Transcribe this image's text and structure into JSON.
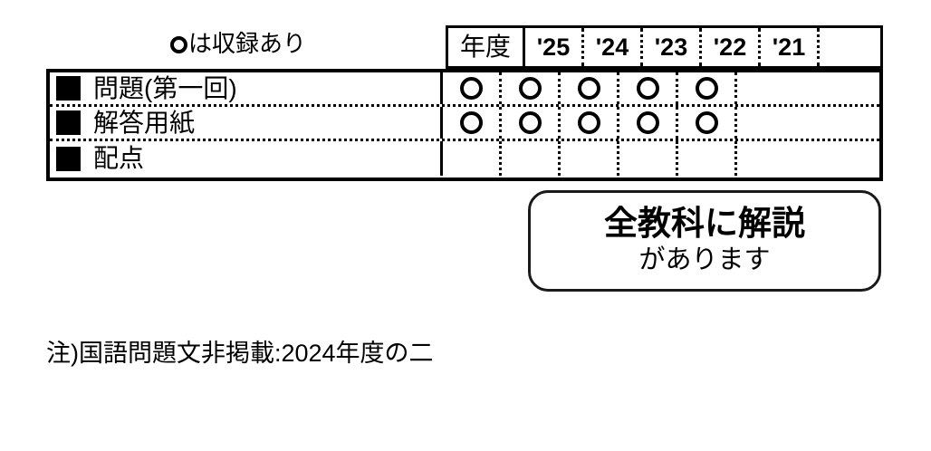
{
  "legend": {
    "icon": "circle-outline-icon",
    "text": "は収録あり"
  },
  "table": {
    "year_header_label": "年度",
    "years": [
      "'25",
      "'24",
      "'23",
      "'22",
      "'21",
      ""
    ],
    "rows": [
      {
        "bullet": "filled-square-icon",
        "label": "問題(第一回)",
        "marks": [
          "circle",
          "circle",
          "circle",
          "circle",
          "circle",
          ""
        ]
      },
      {
        "bullet": "filled-square-icon",
        "label": "解答用紙",
        "marks": [
          "circle",
          "circle",
          "circle",
          "circle",
          "circle",
          ""
        ]
      },
      {
        "bullet": "filled-square-icon",
        "label": "配点",
        "marks": [
          "",
          "",
          "",
          "",
          "",
          ""
        ]
      }
    ]
  },
  "callout": {
    "line1": "全教科に解説",
    "line2": "があります"
  },
  "footnote": {
    "text": "注)国語問題文非掲載:2024年度の二"
  },
  "colors": {
    "ink": "#000000",
    "callout_border": "#1a1a1a",
    "background": "#ffffff"
  }
}
